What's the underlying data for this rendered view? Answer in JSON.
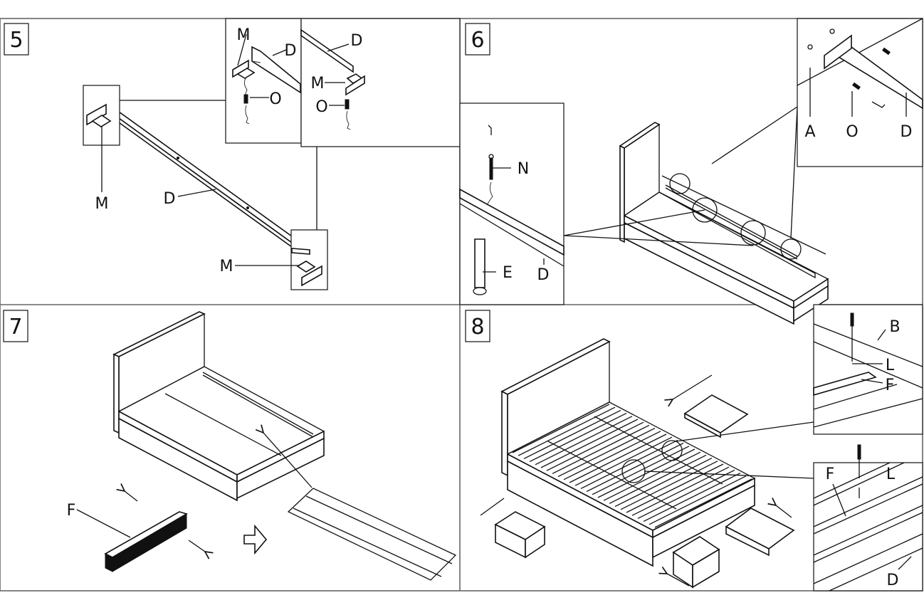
{
  "document": {
    "type": "assembly instructions",
    "subject": "upholstered bed with drawers"
  },
  "steps": [
    {
      "number": "5",
      "labels": {
        "bracket_left": "M",
        "rail": "D",
        "bracket_right": "M",
        "detail1_bracket": "M",
        "detail1_rail": "D",
        "detail1_screw": "O",
        "detail2_rail": "D",
        "detail2_bracket": "M",
        "detail2_screw": "O"
      }
    },
    {
      "number": "6",
      "labels": {
        "leg_detail_bolt": "N",
        "leg_detail_leg": "E",
        "leg_detail_rail": "D",
        "corner_detail_panel": "A",
        "corner_detail_screw": "O",
        "corner_detail_rail": "D"
      }
    },
    {
      "number": "7",
      "labels": {
        "slat_bundle": "F"
      }
    },
    {
      "number": "8",
      "labels": {
        "detail1_side": "B",
        "detail1_screw": "L",
        "detail1_slat": "F",
        "detail2_slat": "F",
        "detail2_screw": "L",
        "detail2_rail": "D"
      }
    }
  ]
}
